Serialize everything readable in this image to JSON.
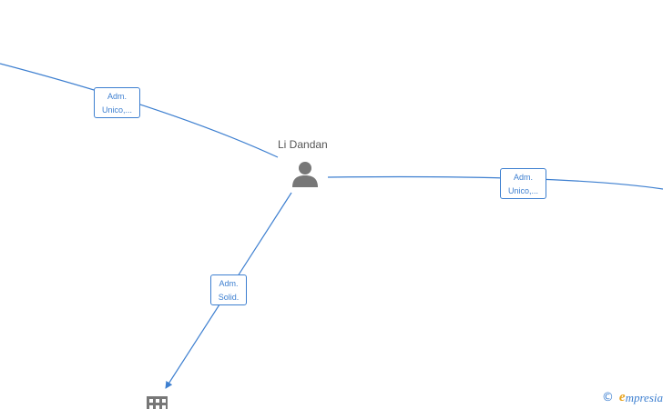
{
  "person": {
    "name": "Li Dandan",
    "icon": "person-icon"
  },
  "company": {
    "icon": "building-icon"
  },
  "relations": [
    {
      "line1": "Adm.",
      "line2": "Unico,..."
    },
    {
      "line1": "Adm.",
      "line2": "Unico,..."
    },
    {
      "line1": "Adm.",
      "line2": "Solid."
    }
  ],
  "watermark": {
    "symbol": "©",
    "initial": "e",
    "rest": "mpresia"
  },
  "colors": {
    "edge": "#3d7fd0",
    "node_icon": "#777777",
    "brand_accent": "#e8a21a"
  }
}
